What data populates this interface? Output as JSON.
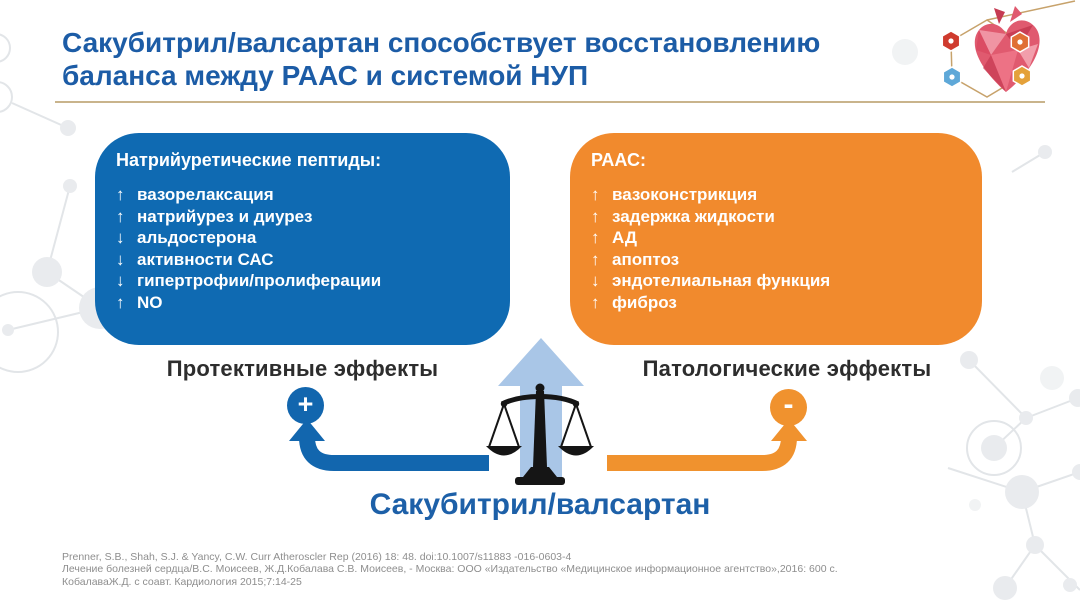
{
  "title": {
    "line1": "Сакубитрил/валсартан способствует восстановлению",
    "line2": "баланса между РААС и системой НУП"
  },
  "boxes": {
    "left": {
      "header": "Натрийуретические пептиды:",
      "items": [
        {
          "arrow": "↑",
          "text": "вазорелаксация"
        },
        {
          "arrow": "↑",
          "text": "натрийурез и диурез"
        },
        {
          "arrow": "↓",
          "text": "альдостерона"
        },
        {
          "arrow": "↓",
          "text": "активности САС"
        },
        {
          "arrow": "↓",
          "text": "гипертрофии/пролиферации"
        },
        {
          "arrow": "↑",
          "text": "NO"
        }
      ]
    },
    "right": {
      "header": "РААС:",
      "items": [
        {
          "arrow": "↑",
          "text": "вазоконстрикция"
        },
        {
          "arrow": "↑",
          "text": "задержка жидкости"
        },
        {
          "arrow": "↑",
          "text": "АД"
        },
        {
          "arrow": "↑",
          "text": "апоптоз"
        },
        {
          "arrow": "↓",
          "text": "эндотелиальная функция"
        },
        {
          "arrow": "↑",
          "text": "фиброз"
        }
      ]
    }
  },
  "effects": {
    "left_label": "Протективные эффекты",
    "right_label": "Патологические эффекты",
    "plus_symbol": "+",
    "minus_symbol": "-"
  },
  "drug_name": "Сакубитрил/валсартан",
  "references": [
    "Prenner, S.B., Shah, S.J. & Yancy, C.W. Curr Atheroscler Rep (2016) 18: 48. doi:10.1007/s11883 -016-0603-4",
    "Лечение болезней сердца/В.С. Моисеев, Ж.Д.Кобалава С.В. Моисеев, - Москва: ООО «Издательство «Медицинское информационное агентство»,2016: 600 с.",
    "КобалаваЖ.Д. с соавт. Кардиология 2015;7:14-25"
  ],
  "icons": {
    "balance_scale": "balance-scale",
    "heart_logo": "low-poly-heart-in-hexagon",
    "up_arrow": "↑",
    "down_arrow": "↓",
    "big_center_arrow": "light-blue-up-arrow"
  },
  "colors": {
    "title_blue": "#1c5ca6",
    "box_blue": "#0f6ab2",
    "box_orange": "#f18a2d",
    "arrow_blue": "#1266ae",
    "arrow_orange": "#f0922e",
    "light_arrow_blue": "#a9c6e7",
    "label_dark": "#2d2d2d",
    "divider_tan": "#c9b48c",
    "reference_gray": "#8e8e8e"
  }
}
